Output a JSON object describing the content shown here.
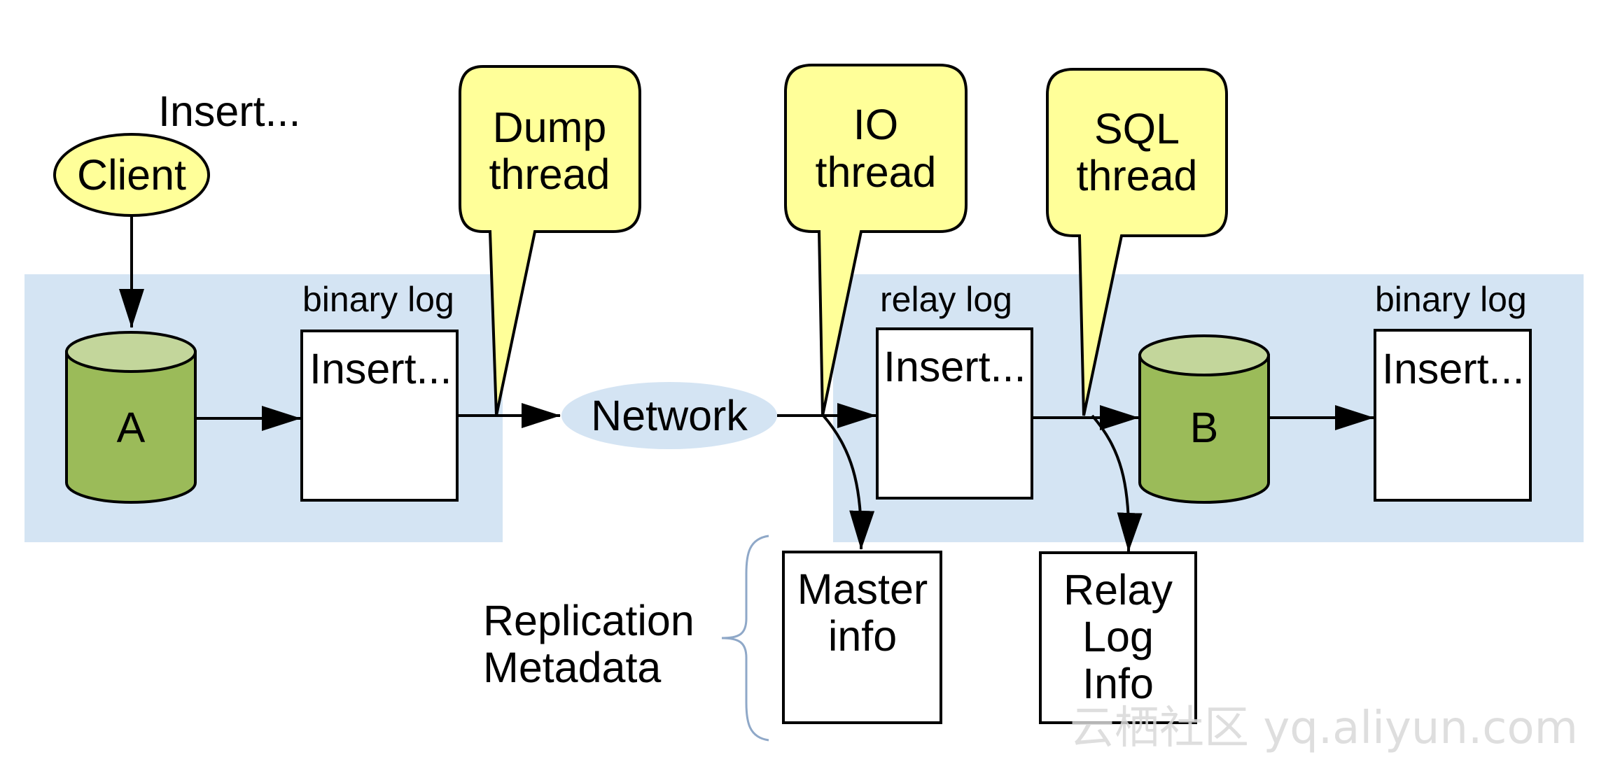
{
  "colors": {
    "panel": "#d4e4f3",
    "callout": "#ffff99",
    "db_body": "#9bbb59",
    "db_top": "#c3d69b",
    "network": "#d4e4f3",
    "stroke": "#000000",
    "brace": "#8fa8c8"
  },
  "client": {
    "label": "Client",
    "note": "Insert..."
  },
  "master": {
    "db_label": "A",
    "log_caption": "binary log",
    "log_entry": "Insert..."
  },
  "network": {
    "label": "Network"
  },
  "callouts": {
    "dump": {
      "line1": "Dump",
      "line2": "thread"
    },
    "io": {
      "line1": "IO",
      "line2": "thread"
    },
    "sql": {
      "line1": "SQL",
      "line2": "thread"
    }
  },
  "slave": {
    "relay_caption": "relay log",
    "relay_entry": "Insert...",
    "db_label": "B",
    "binlog_caption": "binary log",
    "binlog_entry": "Insert..."
  },
  "metadata": {
    "label_line1": "Replication",
    "label_line2": "Metadata",
    "master_info_line1": "Master",
    "master_info_line2": "info",
    "relay_info_line1": "Relay",
    "relay_info_line2": "Log",
    "relay_info_line3": "Info"
  },
  "watermark": "云栖社区 yq.aliyun.com"
}
